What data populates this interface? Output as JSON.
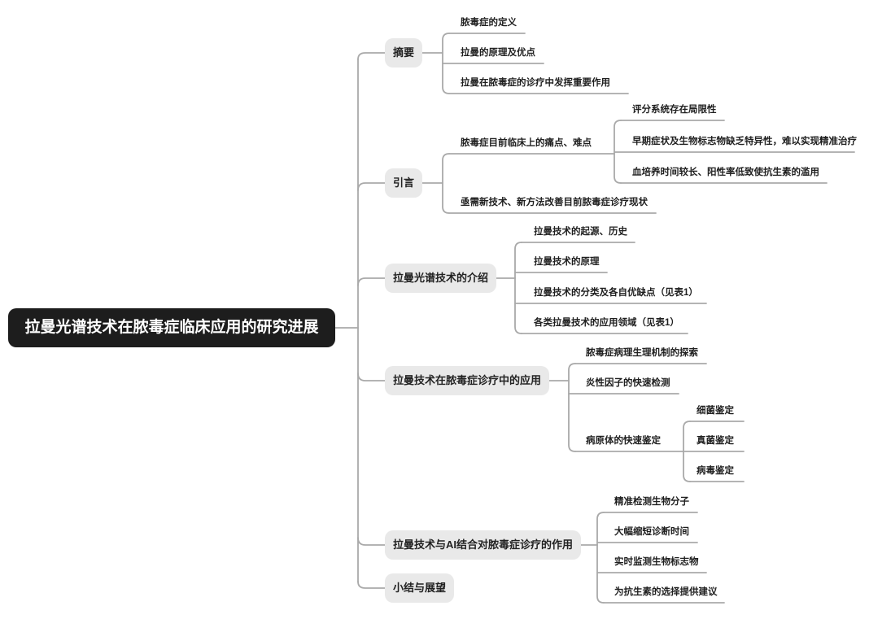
{
  "mindmap": {
    "root": {
      "label": "拉曼光谱技术在脓毒症临床应用的研究进展"
    },
    "branches": [
      {
        "label": "摘要",
        "children": [
          {
            "label": "脓毒症的定义"
          },
          {
            "label": "拉曼的原理及优点"
          },
          {
            "label": "拉曼在脓毒症的诊疗中发挥重要作用"
          }
        ]
      },
      {
        "label": "引言",
        "children": [
          {
            "label": "脓毒症目前临床上的痛点、难点",
            "children": [
              {
                "label": "评分系统存在局限性"
              },
              {
                "label": "早期症状及生物标志物缺乏特异性，难以实现精准治疗"
              },
              {
                "label": "血培养时间较长、阳性率低致使抗生素的滥用"
              }
            ]
          },
          {
            "label": "亟需新技术、新方法改善目前脓毒症诊疗现状"
          }
        ]
      },
      {
        "label": "拉曼光谱技术的介绍",
        "children": [
          {
            "label": "拉曼技术的起源、历史"
          },
          {
            "label": "拉曼技术的原理"
          },
          {
            "label": "拉曼技术的分类及各自优缺点（见表1）"
          },
          {
            "label": "各类拉曼技术的应用领域（见表1）"
          }
        ]
      },
      {
        "label": "拉曼技术在脓毒症诊疗中的应用",
        "children": [
          {
            "label": "脓毒症病理生理机制的探索"
          },
          {
            "label": "炎性因子的快速检测"
          },
          {
            "label": "病原体的快速鉴定",
            "children": [
              {
                "label": "细菌鉴定"
              },
              {
                "label": "真菌鉴定"
              },
              {
                "label": "病毒鉴定"
              }
            ]
          }
        ]
      },
      {
        "label": "拉曼技术与AI结合对脓毒症诊疗的作用",
        "children": [
          {
            "label": "精准检测生物分子"
          },
          {
            "label": "大幅缩短诊断时间"
          },
          {
            "label": "实时监测生物标志物"
          },
          {
            "label": "为抗生素的选择提供建议"
          }
        ]
      },
      {
        "label": "小结与展望"
      }
    ],
    "colors": {
      "root_bg": "#1d1d1d",
      "root_text": "#ffffff",
      "topic_bg": "#e9e9e9",
      "topic_text": "#222222",
      "line": "#a9a9a9",
      "background": "#ffffff"
    }
  }
}
